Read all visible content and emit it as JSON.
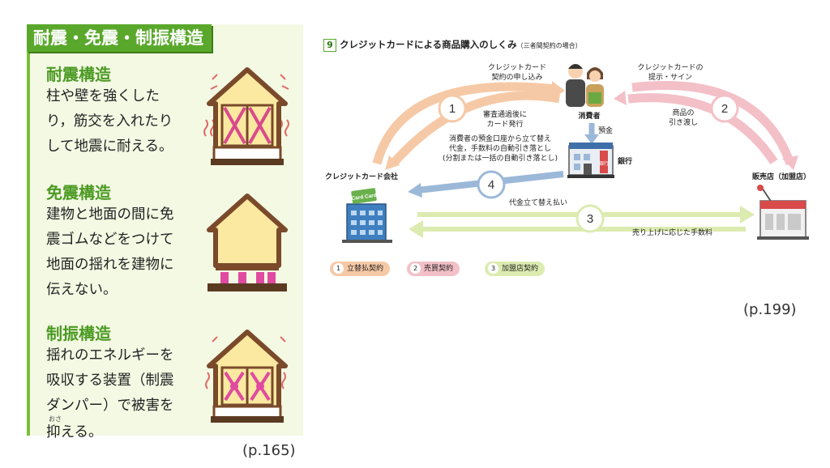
{
  "left": {
    "banner": "耐震・免震・制振構造",
    "sections": [
      {
        "title": "耐震構造",
        "lines": [
          "柱や壁を強くした",
          "り，筋交を入れたり",
          "して地震に耐える。"
        ]
      },
      {
        "title": "免震構造",
        "lines": [
          "建物と地面の間に免",
          "震ゴムなどをつけて",
          "地面の揺れを建物に",
          "伝えない。"
        ]
      },
      {
        "title": "制振構造",
        "lines": [
          "揺れのエネルギーを",
          "吸収する装置（制震",
          "ダンパー）で被害を",
          "抑える。"
        ],
        "ruby": "おさ"
      }
    ],
    "page_ref": "(p.165)"
  },
  "right": {
    "figure_number": "9",
    "title": "クレジットカードによる商品購入のしくみ",
    "subtitle": "（三者間契約の場合）",
    "labels": {
      "apply": [
        "クレジットカード",
        "契約の申し込み"
      ],
      "present": [
        "クレジットカードの",
        "提示・サイン"
      ],
      "review": [
        "審査通過後に",
        "カード発行"
      ],
      "deliver": [
        "商品の",
        "引き渡し"
      ],
      "consumer": "消費者",
      "deposit": "預金",
      "bank": "銀行",
      "bank_sign": "銀行",
      "debit": [
        "消費者の預金口座から立て替え",
        "代金，手数料の自動引き落とし",
        "(分割または一括の自動引き落とし)"
      ],
      "company": "クレジットカード会社",
      "card_text": "Card  Card",
      "store": "販売店（加盟店）",
      "advance": "代金立て替え払い",
      "fee": "売り上げに応じた手数料"
    },
    "badges": [
      "1",
      "2",
      "3",
      "4"
    ],
    "legend": [
      {
        "num": "1",
        "label": "立替払契約",
        "color": "#f6c9a6"
      },
      {
        "num": "2",
        "label": "売買契約",
        "color": "#f3c0c7"
      },
      {
        "num": "3",
        "label": "加盟店契約",
        "color": "#dcebb0"
      }
    ],
    "page_ref": "(p.199)"
  },
  "colors": {
    "green": "#5aa82b",
    "peach": "#f6c9a6",
    "pink": "#f3c0c7",
    "lightgreen": "#dcebb0",
    "blue": "#9bb8d8"
  }
}
